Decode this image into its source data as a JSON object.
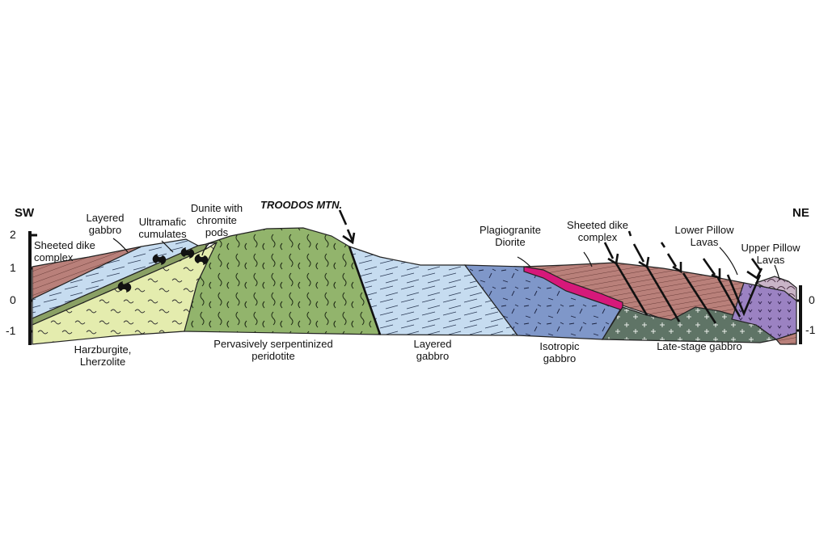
{
  "orientation": {
    "left": "SW",
    "right": "NE"
  },
  "axis": {
    "left_ticks": [
      "2",
      "1",
      "0",
      "-1"
    ],
    "right_ticks": [
      "0",
      "-1"
    ]
  },
  "peak_label": "TROODOS MTN.",
  "labels": {
    "sheeted_dike_left": [
      "Sheeted dike",
      "complex"
    ],
    "layered_gabbro_top": [
      "Layered",
      "gabbro"
    ],
    "ultramafic": [
      "Ultramafic",
      "cumulates"
    ],
    "dunite": [
      "Dunite with",
      "chromite",
      "pods"
    ],
    "harzburgite": [
      "Harzburgite,",
      "Lherzolite"
    ],
    "serpentinized": [
      "Pervasively serpentinized",
      "peridotite"
    ],
    "layered_gabbro_bottom": [
      "Layered",
      "gabbro"
    ],
    "plagiogranite": [
      "Plagiogranite",
      "Diorite"
    ],
    "isotropic": [
      "Isotropic",
      "gabbro"
    ],
    "sheeted_dike_right": [
      "Sheeted dike",
      "complex"
    ],
    "late_stage": [
      "Late-stage gabbro"
    ],
    "lower_pillow": [
      "Lower Pillow",
      "Lavas"
    ],
    "upper_pillow": [
      "Upper Pillow",
      "Lavas"
    ]
  },
  "colors": {
    "sheeted_dike": "#b9807a",
    "layered_gabbro": "#c6dcf0",
    "ultramafic": "#e4ecae",
    "peridotite": "#92b46c",
    "isotropic_gabbro": "#7f97c9",
    "plagiogranite": "#d6197a",
    "late_stage_gabbro": "#5f7466",
    "lower_pillow": "#9b82c2",
    "upper_pillow": "#c9b4c7",
    "outline": "#222222"
  }
}
